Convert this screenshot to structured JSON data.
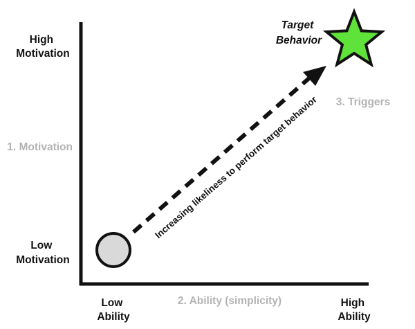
{
  "y_axis": {
    "high_label": [
      "High",
      "Motivation"
    ],
    "low_label": [
      "Low",
      "Motivation"
    ],
    "dimension_label": "1. Motivation"
  },
  "x_axis": {
    "low_label": [
      "Low",
      "Ability"
    ],
    "high_label": [
      "High",
      "Ability"
    ],
    "dimension_label": "2. Ability (simplicity)"
  },
  "target": {
    "label": [
      "Target",
      "Behavior"
    ],
    "color": "#5fe23a"
  },
  "triggers_label": "3. Triggers",
  "arrow_label": "Increasing likeliness to perform target behavior",
  "start_marker_color": "#d9d9d9",
  "axis_color": "#111111",
  "dim_label_color": "#b3b3b3"
}
